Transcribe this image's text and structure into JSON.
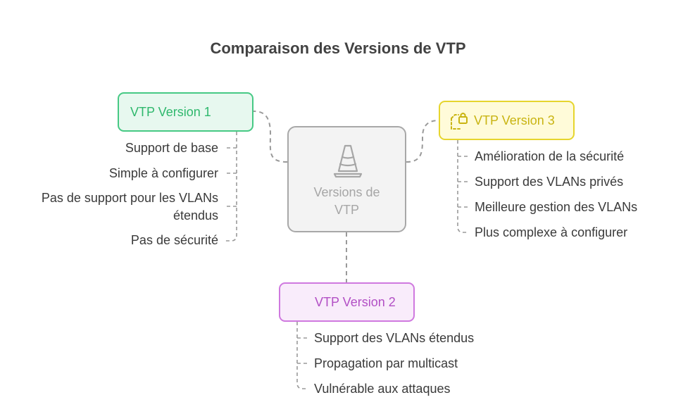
{
  "title": "Comparaison des Versions de VTP",
  "center": {
    "label_line1": "Versions de",
    "label_line2": "VTP",
    "icon": "traffic-cone-icon"
  },
  "version1": {
    "label": "VTP Version 1",
    "color": "#46c984",
    "items": [
      "Support de base",
      "Simple à configurer",
      "Pas de support pour les VLANs",
      "étendus",
      "Pas de sécurité"
    ]
  },
  "version2": {
    "label": "VTP Version 2",
    "color": "#cf79df",
    "items": [
      "Support des VLANs étendus",
      "Propagation par multicast",
      "Vulnérable aux attaques"
    ]
  },
  "version3": {
    "label": "VTP Version 3",
    "color": "#e6d52d",
    "icon": "document-lock-icon",
    "items": [
      "Amélioration de la sécurité",
      "Support des VLANs privés",
      "Meilleure gestion des VLANs",
      "Plus complexe à configurer"
    ]
  }
}
